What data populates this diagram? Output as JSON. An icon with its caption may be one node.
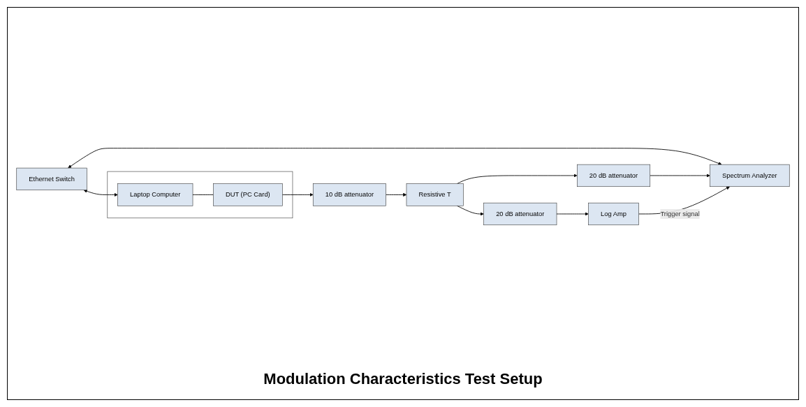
{
  "diagram": {
    "title": "Modulation Characteristics Test Setup",
    "nodes": [
      {
        "text": [
          "Ethernet Switch"
        ]
      },
      {
        "text": [],
        "shape": "box"
      },
      {
        "text": [
          "Laptop Computer"
        ],
        "in": 1
      },
      {
        "text": [
          "DUT (PC Card)"
        ],
        "in": 1
      },
      {
        "text": [
          "10 dB attenuator"
        ]
      },
      {
        "text": [
          "Resistive T"
        ]
      },
      {
        "text": [
          "20 dB attenuator"
        ]
      },
      {
        "text": [
          "Spectrum Analyzer"
        ]
      },
      {
        "text": [
          "20 dB attenuator"
        ]
      },
      {
        "text": [
          "Log Amp"
        ]
      }
    ],
    "edges": [
      {
        "from": 0,
        "to": 7,
        "arrow": "both"
      },
      {
        "from": 0,
        "to": 2,
        "arrow": "both"
      },
      {
        "from": 2,
        "to": 3,
        "arrow": "none"
      },
      {
        "from": 3,
        "to": 4,
        "arrow": "to"
      },
      {
        "from": 4,
        "to": 5,
        "arrow": "to"
      },
      {
        "from": 5,
        "to": 6,
        "arrow": "to"
      },
      {
        "from": 6,
        "to": 7,
        "arrow": "to"
      },
      {
        "from": 5,
        "to": 8,
        "arrow": "to"
      },
      {
        "from": 8,
        "to": 9,
        "arrow": "to"
      },
      {
        "from": 9,
        "to": 7,
        "arrow": "to",
        "label": "Trigger signal"
      }
    ]
  }
}
